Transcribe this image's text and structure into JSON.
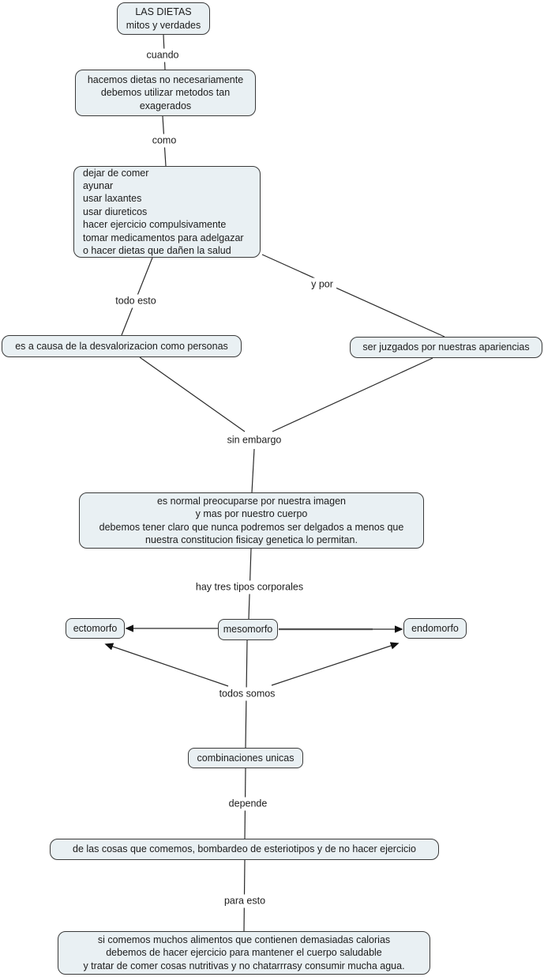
{
  "map_title": "LAS DIETAS mitos y verdades",
  "colors": {
    "node_fill": "#e9f0f3",
    "node_border": "#3a3a3a",
    "line": "#2a2a2a",
    "arrowhead": "#111111",
    "background": "#ffffff",
    "text": "#1b1b1b"
  },
  "nodes": [
    {
      "id": "root",
      "text": "LAS DIETAS\nmitos y verdades"
    },
    {
      "id": "metodos",
      "text": "hacemos dietas no necesariamente\ndebemos utilizar metodos tan\nexagerados"
    },
    {
      "id": "lista-metodos",
      "text": "dejar de comer\nayunar\nusar laxantes\nusar diureticos\nhacer ejercicio compulsivamente\ntomar medicamentos para adelgazar\no hacer dietas que dañen la salud"
    },
    {
      "id": "desvalorizacion",
      "text": "es a causa de la desvalorizacion como personas"
    },
    {
      "id": "juzgados",
      "text": "ser juzgados por nuestras apariencias"
    },
    {
      "id": "preocupacion-normal",
      "text": "es normal preocuparse por nuestra imagen\ny mas por nuestro cuerpo\ndebemos tener claro que nunca podremos ser delgados a menos que\nnuestra constitucion fisicay genetica lo permitan."
    },
    {
      "id": "ectomorfo",
      "text": "ectomorfo"
    },
    {
      "id": "mesomorfo",
      "text": "mesomorfo"
    },
    {
      "id": "endomorfo",
      "text": "endomorfo"
    },
    {
      "id": "combinaciones",
      "text": "combinaciones unicas"
    },
    {
      "id": "causas",
      "text": "de las cosas que comemos, bombardeo de esteriotipos y de no hacer ejercicio"
    },
    {
      "id": "consejo",
      "text": "si comemos muchos alimentos que contienen demasiadas calorias\ndebemos de hacer ejercicio para mantener el cuerpo saludable\ny tratar de comer cosas nutritivas y no chatarrrasy consumir mucha agua."
    }
  ],
  "link_labels": [
    {
      "id": "cuando",
      "text": "cuando"
    },
    {
      "id": "como",
      "text": "como"
    },
    {
      "id": "todo-esto",
      "text": "todo esto"
    },
    {
      "id": "y-por",
      "text": "y por"
    },
    {
      "id": "sin-embargo",
      "text": "sin embargo"
    },
    {
      "id": "hay-tres-tipos",
      "text": "hay tres tipos corporales"
    },
    {
      "id": "todos-somos",
      "text": "todos somos"
    },
    {
      "id": "depende",
      "text": "depende"
    },
    {
      "id": "para-esto",
      "text": "para esto"
    }
  ]
}
